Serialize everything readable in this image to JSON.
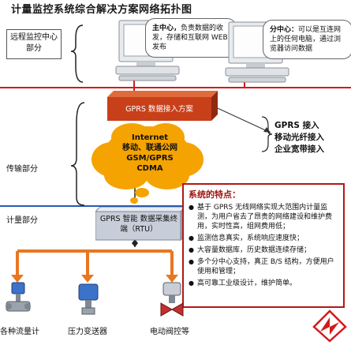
{
  "title": "计量监控系统综合解决方案网络拓扑图",
  "zones": {
    "remote": "远程监控中心部分",
    "transport": "传输部分",
    "metering": "计量部分"
  },
  "main_center": {
    "label": "主中心，",
    "text": "负责数据的收发，存储和互联网 WEB 发布"
  },
  "sub_center": {
    "label": "分中心：",
    "text": "可以是互连网上的任何电脑，通过浏览器访问数据"
  },
  "access_label": "GPRS 数据接入方案",
  "cloud_lines": [
    "Internet",
    "移动、联通公网",
    "GSM/GPRS",
    "CDMA"
  ],
  "right_access_lines": [
    "GPRS 接入",
    "移动光纤接入",
    "企业宽带接入"
  ],
  "rtu_label": "GPRS 智能 数据采集终端（RTU）",
  "features": {
    "title": "系统的特点：",
    "items": [
      "基于 GPRS 无线网络实现大范围内计量监测，为用户省去了昂贵的网络建设和维护费用，实时性高，组网费用低；",
      "监测信息真实，系统响应速度快；",
      "大容量数据库，历史数据连续存储；",
      "多个分中心支持，真正 B/S 结构，方便用户使用和管理；",
      "高可靠工业级设计，维护简单。"
    ]
  },
  "devices": [
    "各种流量计",
    "压力变送器",
    "电动阀控等"
  ],
  "colors": {
    "accent_red": "#d41a1a",
    "line_blue": "#2a59b0",
    "orange": "#e87722",
    "cloud": "#f4a300",
    "access_box": "#c8401a"
  }
}
